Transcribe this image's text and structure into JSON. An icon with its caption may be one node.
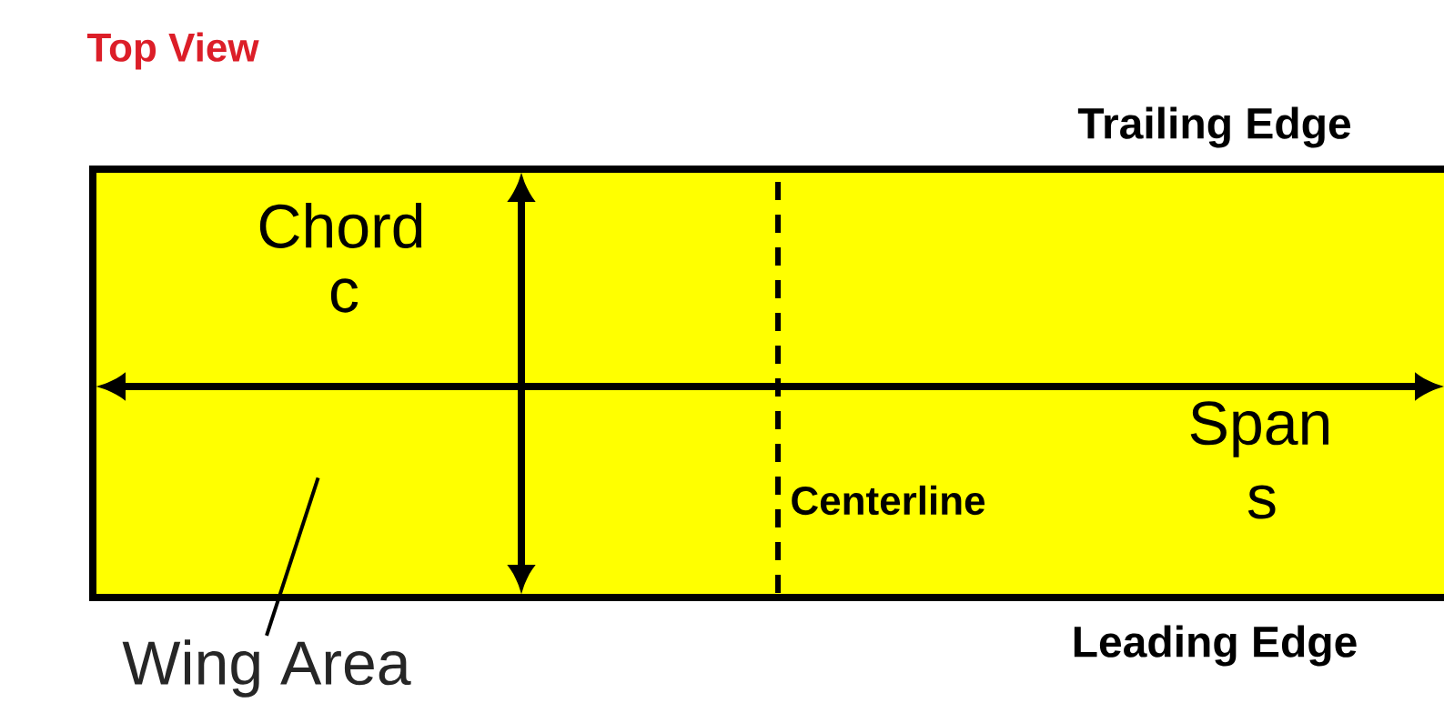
{
  "diagram": {
    "title": "Top View",
    "nodes": [
      {
        "text": [],
        "shape": "box"
      },
      {
        "text": [
          "Wing Area"
        ]
      }
    ],
    "edges": [
      {
        "from": 1,
        "to": 0,
        "arrow": "none"
      }
    ],
    "labels": [
      "Trailing Edge",
      "Chord",
      "c",
      "Span",
      "s",
      "Centerline",
      "Leading Edge"
    ]
  }
}
